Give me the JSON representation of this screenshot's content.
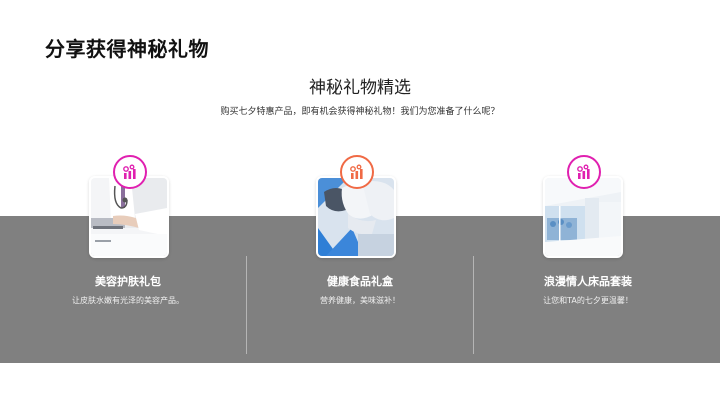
{
  "header": {
    "title": "分享获得神秘礼物"
  },
  "section": {
    "title": "神秘礼物精选",
    "description": "购买七夕特惠产品，即有机会获得神秘礼物！我们为您准备了什么呢？"
  },
  "theme": {
    "band_color": "#808080",
    "accent_magenta": "#e020b0",
    "accent_orange": "#f06a45"
  },
  "gifts": [
    {
      "title": "美容护肤礼包",
      "description": "让皮肤水嫩有光泽的美容产品。",
      "icon": "gift-chart-icon",
      "icon_color": "#e020b0",
      "image": "doctor-laptop-photo"
    },
    {
      "title": "健康食品礼盒",
      "description": "营养健康，美味滋补！",
      "icon": "gift-chart-icon",
      "icon_color": "#f06a45",
      "image": "lab-gloves-photo"
    },
    {
      "title": "浪漫情人床品套装",
      "description": "让您和TA的七夕更温馨！",
      "icon": "gift-chart-icon",
      "icon_color": "#e020b0",
      "image": "clean-room-photo"
    }
  ]
}
